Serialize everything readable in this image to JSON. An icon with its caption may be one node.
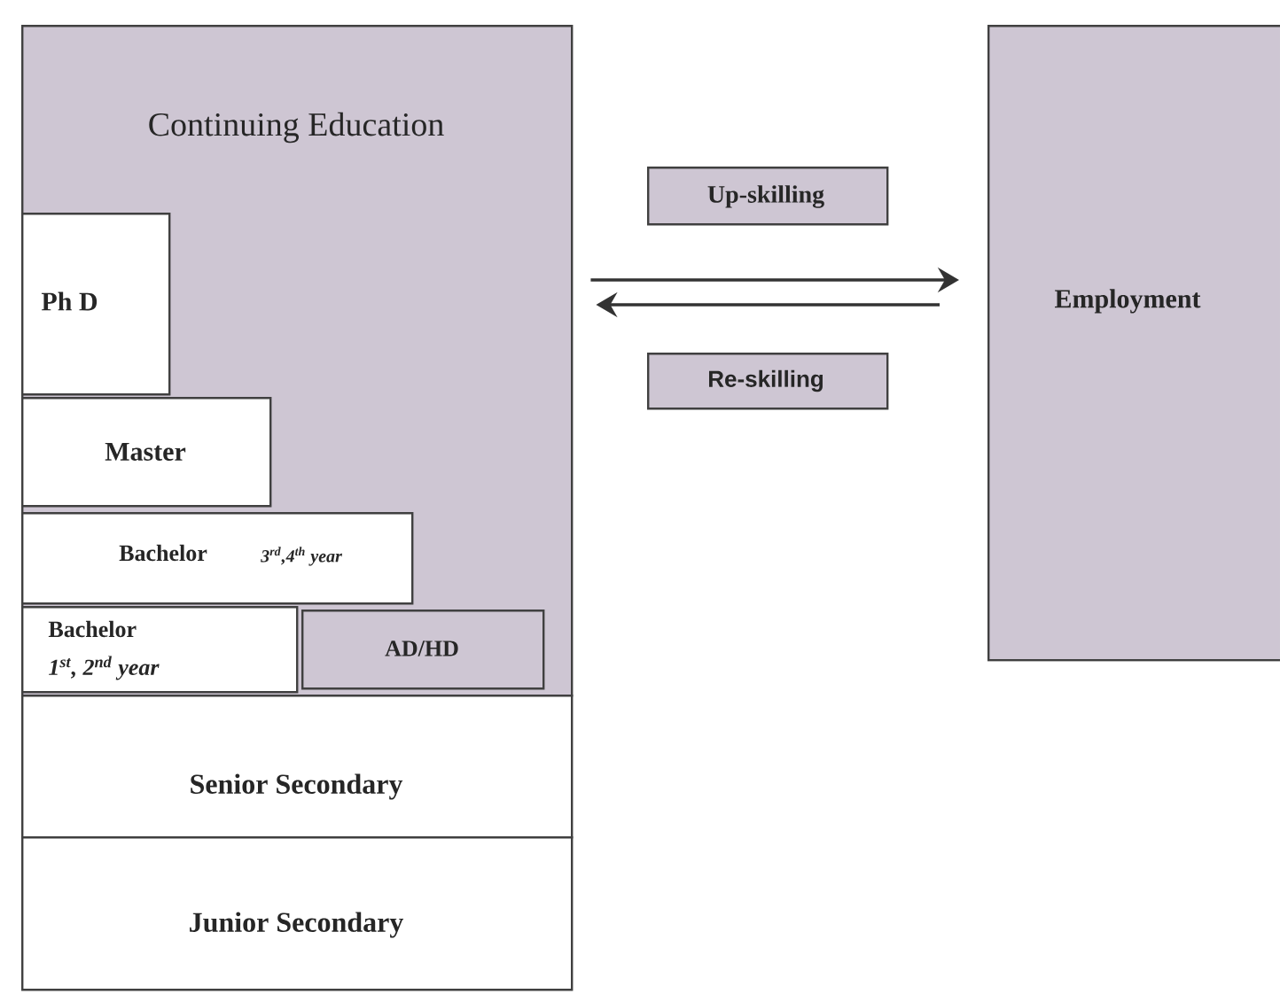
{
  "diagram": {
    "nodes": [
      {
        "text": [
          "Continuing Education"
        ]
      },
      {
        "text": [
          "Ph D"
        ],
        "in": 0
      },
      {
        "text": [
          "Master"
        ],
        "in": 0
      },
      {
        "text": [
          "Bachelor",
          "3$^{rd}$,4$^{th}$ year"
        ],
        "in": 0
      },
      {
        "text": [
          "Bachelor",
          "1$^{st}$, 2$^{nd}$ year"
        ],
        "in": 0
      },
      {
        "text": [
          "AD/HD"
        ],
        "in": 0
      },
      {
        "text": [
          "Senior Secondary"
        ]
      },
      {
        "text": [
          "Junior Secondary"
        ]
      },
      {
        "text": [
          "Up-skilling"
        ]
      },
      {
        "text": [
          "Re-skilling"
        ]
      },
      {
        "text": [
          "Employment"
        ]
      }
    ],
    "edges": [
      {
        "from": 0,
        "to": 10,
        "arrow": "to"
      },
      {
        "from": 10,
        "to": 0,
        "arrow": "to"
      }
    ]
  }
}
